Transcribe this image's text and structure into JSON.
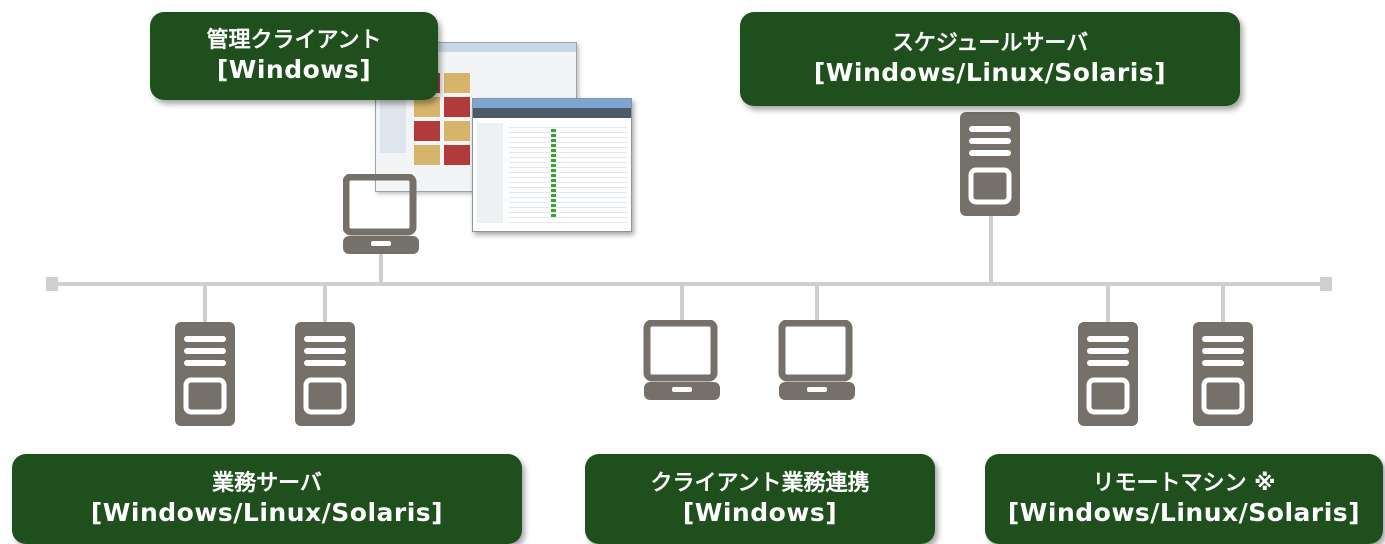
{
  "colors": {
    "label_bg": "#1f4f1c",
    "label_text": "#ffffff",
    "device": "#75706a",
    "network": "#cfcfcf"
  },
  "icons": {
    "server": "server-tower-icon",
    "client": "laptop-icon",
    "thumbnail": "application-screenshot-thumbnail"
  },
  "labels": {
    "management_client": {
      "line1": "管理クライアント",
      "line2": "[Windows]"
    },
    "schedule_server": {
      "line1": "スケジュールサーバ",
      "line2": "[Windows/Linux/Solaris]"
    },
    "business_server": {
      "line1": "業務サーバ",
      "line2": "[Windows/Linux/Solaris]"
    },
    "client_business_integration": {
      "line1": "クライアント業務連携",
      "line2": "[Windows]"
    },
    "remote_machine": {
      "line1": "リモートマシン ※",
      "line2": "[Windows/Linux/Solaris]"
    }
  }
}
